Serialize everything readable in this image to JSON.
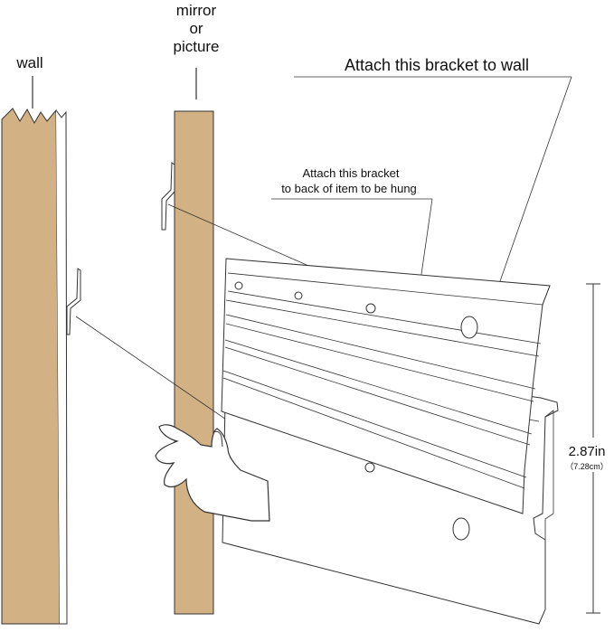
{
  "labels": {
    "wall": "wall",
    "mirror_line1": "mirror",
    "mirror_line2": "or",
    "mirror_line3": "picture",
    "attach_wall": "Attach this bracket to wall",
    "attach_item_line1": "Attach this bracket",
    "attach_item_line2": "to back of item to be hung",
    "height_in": "2.87in",
    "height_cm": "（7.28cm）"
  },
  "colors": {
    "wood": "#d2b184",
    "stroke": "#333333",
    "bracket_fill": "#ffffff",
    "hand_fill": "#ffffff"
  }
}
